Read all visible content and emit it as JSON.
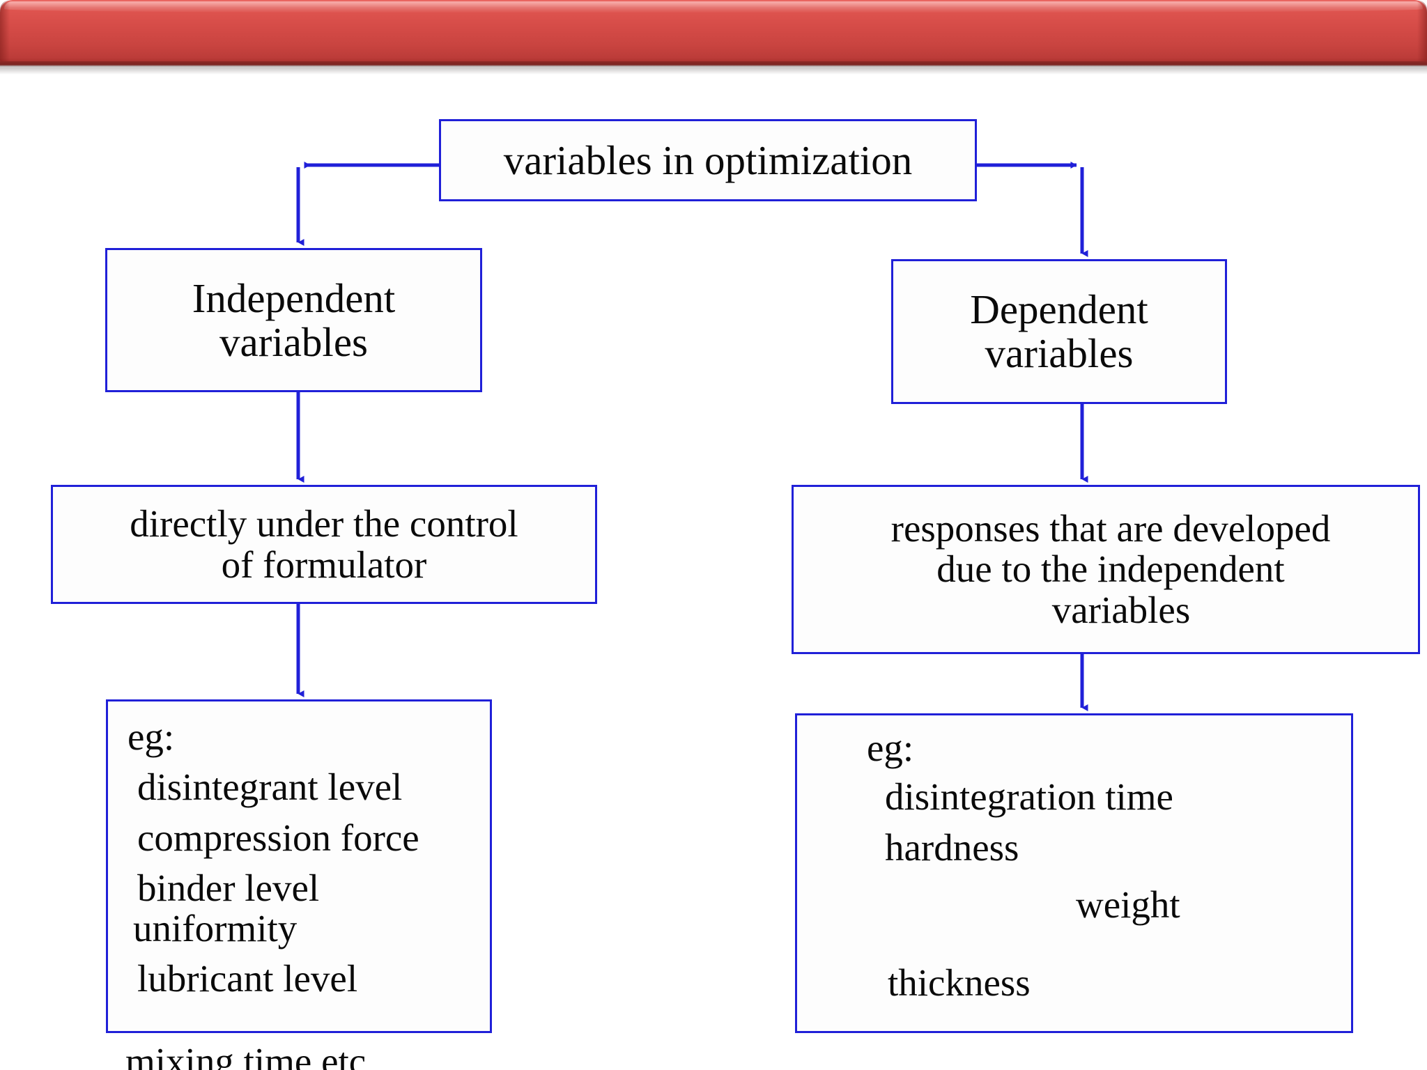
{
  "slide": {
    "background_color": "#ffffff",
    "banner": {
      "name": "decorative-title-banner",
      "color_top": "#ef706b",
      "color_mid": "#d34a46",
      "color_bottom": "#a8302d"
    },
    "diagram_line_color": "#2020d8",
    "text_color": "#0a0a0a"
  },
  "chart_data": {
    "type": "diagram",
    "title": "variables in optimization",
    "orientation": "top-down tree",
    "nodes": [
      {
        "id": "root",
        "label": "variables in optimization"
      },
      {
        "id": "independent",
        "label": "Independent variables"
      },
      {
        "id": "dependent",
        "label": "Dependent variables"
      },
      {
        "id": "control",
        "label": "directly under the control of formulator"
      },
      {
        "id": "responses",
        "label": "responses that are developed due to the independent variables"
      },
      {
        "id": "ind_examples",
        "label": "eg: disintegrant level compression force binder level uniformity lubricant level mixing time etc."
      },
      {
        "id": "dep_examples",
        "label": "eg: disintegration time hardness weight thickness"
      }
    ],
    "edges": [
      {
        "from": "root",
        "to": "independent"
      },
      {
        "from": "root",
        "to": "dependent"
      },
      {
        "from": "independent",
        "to": "control"
      },
      {
        "from": "dependent",
        "to": "responses"
      },
      {
        "from": "control",
        "to": "ind_examples"
      },
      {
        "from": "responses",
        "to": "dep_examples"
      }
    ]
  },
  "diagram": {
    "title_box": {
      "label": "variables in optimization"
    },
    "independent_box": {
      "line1": "Independent",
      "line2": "variables"
    },
    "dependent_box": {
      "line1": "Dependent",
      "line2": "variables"
    },
    "control_box": {
      "line1": "directly under the control",
      "line2": "of formulator"
    },
    "responses_box": {
      "line1": "responses that are developed",
      "line2": "due to the independent",
      "line3": "variables"
    },
    "independent_examples_box": {
      "lines": [
        "eg:",
        "disintegrant level",
        "compression force",
        "binder level",
        "uniformity",
        "lubricant level"
      ],
      "overflow_line": "mixing time etc."
    },
    "dependent_examples_box": {
      "lines": [
        "eg:",
        "disintegration time",
        "hardness",
        "weight",
        "thickness"
      ]
    }
  }
}
